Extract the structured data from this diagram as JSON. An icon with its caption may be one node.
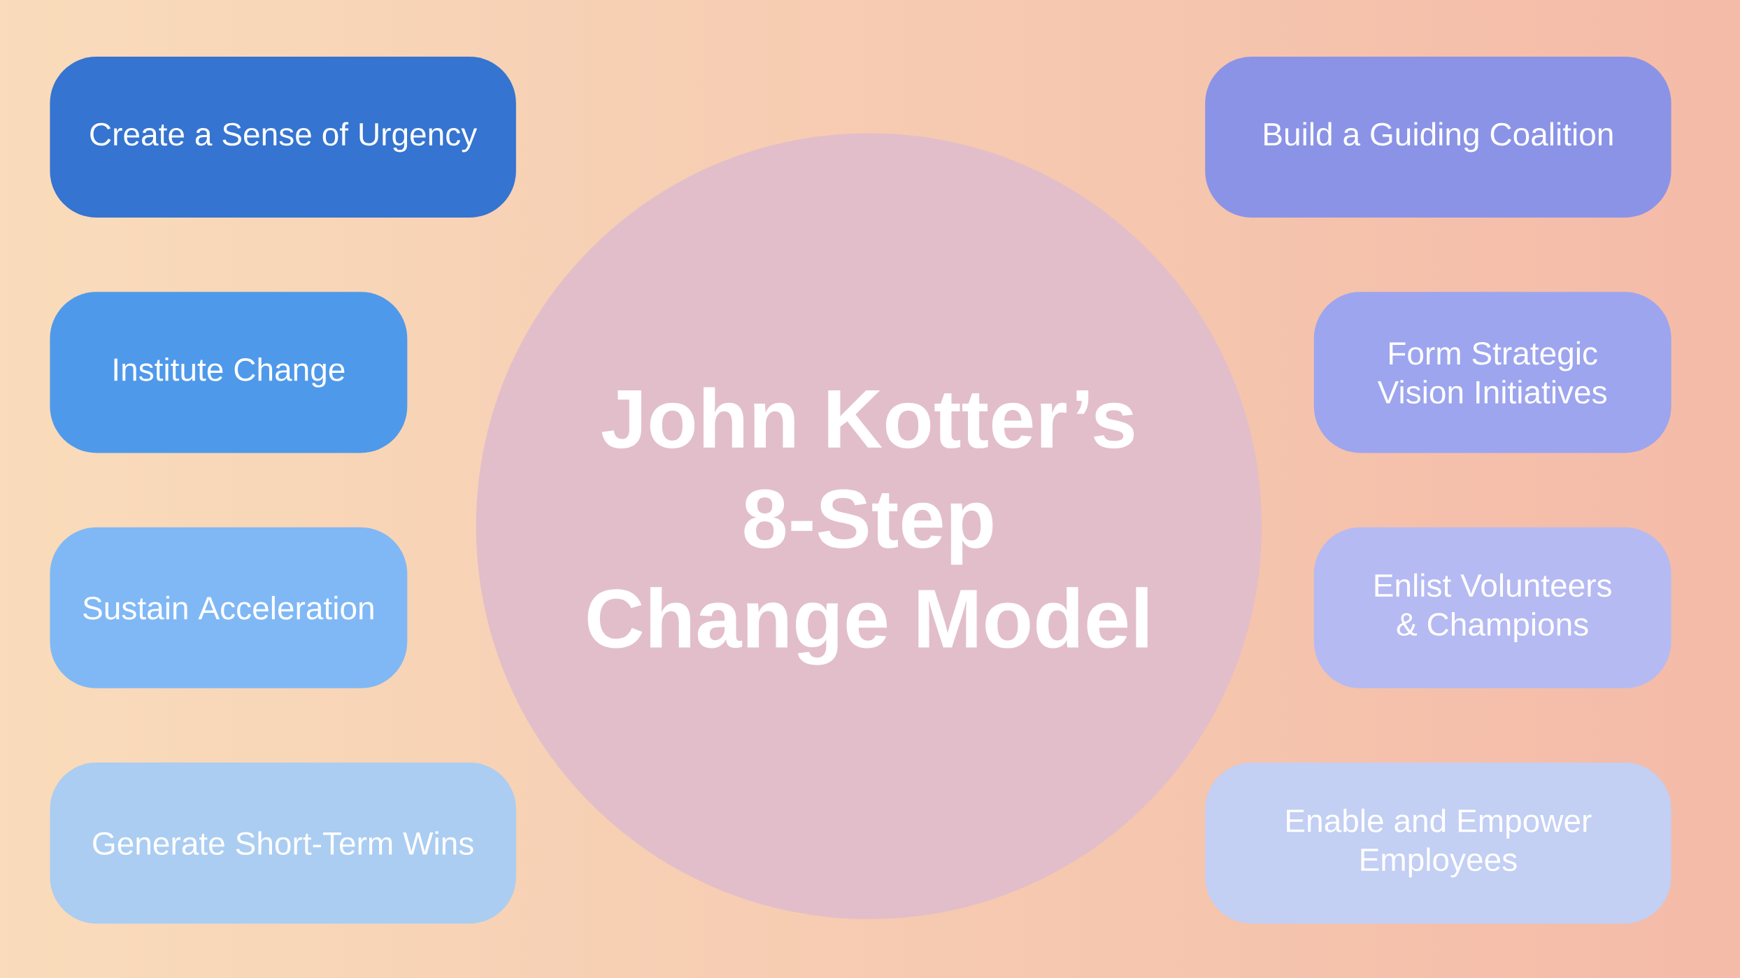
{
  "diagram": {
    "nodes": [
      {
        "text": [
          "John Kotter’s 8-Step Change Model"
        ]
      },
      {
        "text": [
          "Create a Sense of Urgency"
        ]
      },
      {
        "text": [
          "Build a Guiding Coalition"
        ]
      },
      {
        "text": [
          "Institute Change"
        ]
      },
      {
        "text": [
          "Form Strategic Vision Initiatives"
        ]
      },
      {
        "text": [
          "Sustain Acceleration"
        ]
      },
      {
        "text": [
          "Enlist Volunteers & Champions"
        ]
      },
      {
        "text": [
          "Generate Short-Term Wins"
        ]
      },
      {
        "text": [
          "Enable and Empower Employees"
        ]
      }
    ]
  }
}
